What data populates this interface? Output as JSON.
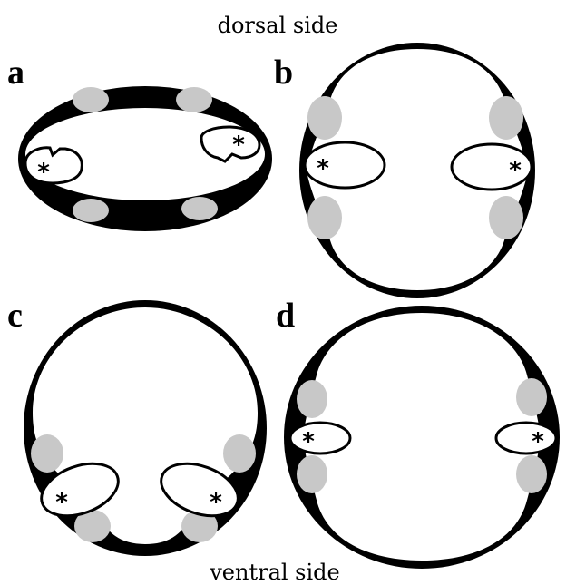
{
  "figure": {
    "top_label": "dorsal side",
    "bottom_label": "ventral side",
    "panels": [
      {
        "letter": "a",
        "marker_left": "*",
        "marker_right": "*"
      },
      {
        "letter": "b",
        "marker_left": "*",
        "marker_right": "*"
      },
      {
        "letter": "c",
        "marker_left": "*",
        "marker_right": "*"
      },
      {
        "letter": "d",
        "marker_left": "*",
        "marker_right": "*"
      }
    ],
    "colors": {
      "outline": "#000000",
      "lumen": "#ffffff",
      "gray_bodies": "#c8c8c8"
    }
  }
}
